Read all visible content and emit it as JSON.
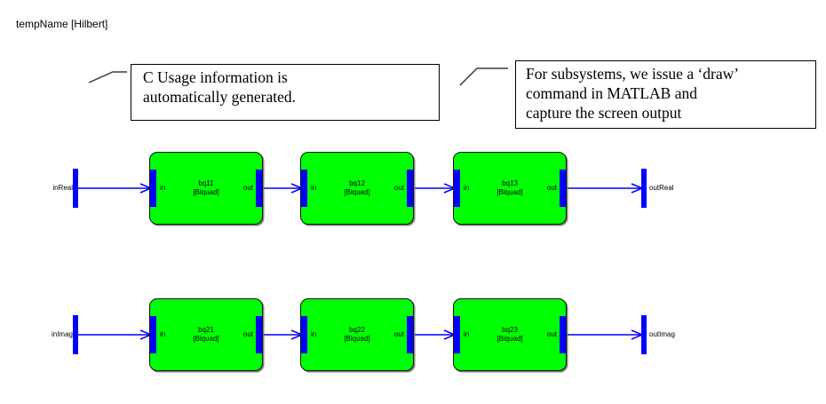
{
  "title": "tempName [Hilbert]",
  "callouts": [
    {
      "lines": [
        "C Usage information is",
        "automatically generated."
      ]
    },
    {
      "lines": [
        "For subsystems, we issue a ‘draw’",
        "command in MATLAB and",
        "capture the screen output"
      ]
    }
  ],
  "diagram": {
    "colors": {
      "block_fill": "#00ff00",
      "port_fill": "#0000ff",
      "wire": "#0000ff",
      "block_border": "#111111",
      "leader": "#3a3a3a"
    },
    "rows": [
      {
        "input_label": "inReal",
        "output_label": "outReal",
        "blocks": [
          {
            "name": "bq11",
            "type": "[Biquad]",
            "in": "in",
            "out": "out"
          },
          {
            "name": "bq12",
            "type": "[Biquad]",
            "in": "in",
            "out": "out"
          },
          {
            "name": "bq13",
            "type": "[Biquad]",
            "in": "in",
            "out": "out"
          }
        ]
      },
      {
        "input_label": "inImag",
        "output_label": "outImag",
        "blocks": [
          {
            "name": "bq21",
            "type": "[Biquad]",
            "in": "in",
            "out": "out"
          },
          {
            "name": "bq22",
            "type": "[Biquad]",
            "in": "in",
            "out": "out"
          },
          {
            "name": "bq23",
            "type": "[Biquad]",
            "in": "in",
            "out": "out"
          }
        ]
      }
    ]
  }
}
